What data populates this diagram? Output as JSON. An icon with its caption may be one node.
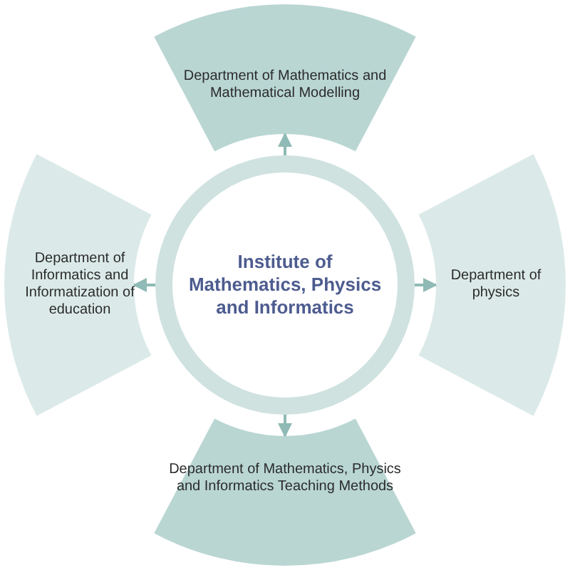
{
  "diagram": {
    "nodes": [
      {
        "text": [
          "Department of Mathematics and Mathematical Modelling"
        ]
      },
      {
        "text": [
          "Department of Informatics and Informatization of education"
        ]
      },
      {
        "text": [
          "Institute of Mathematics, Physics and Informatics"
        ]
      },
      {
        "text": [
          "Department of physics"
        ]
      },
      {
        "text": [
          "Department of Mathematics, Physics and Informatics Teaching Methods"
        ]
      }
    ],
    "edges": [
      {
        "from": 2,
        "to": 0,
        "arrow": "to"
      },
      {
        "from": 2,
        "to": 1,
        "arrow": "to"
      },
      {
        "from": 2,
        "to": 3,
        "arrow": "to"
      },
      {
        "from": 2,
        "to": 4,
        "arrow": "to"
      }
    ]
  }
}
